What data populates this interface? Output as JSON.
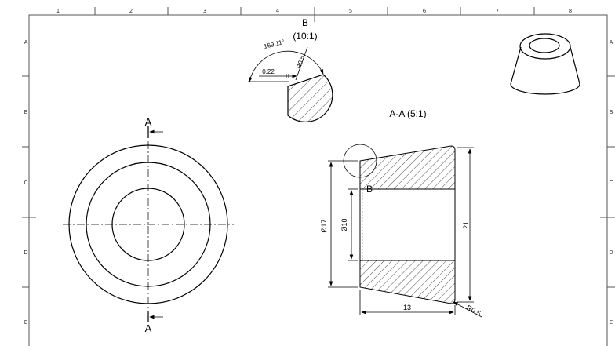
{
  "sheet": {
    "columns": [
      "1",
      "2",
      "3",
      "4",
      "5",
      "6",
      "7",
      "8"
    ],
    "rows": [
      "A",
      "B",
      "C",
      "D",
      "E"
    ]
  },
  "views": {
    "front": {
      "section_marker_top": "A",
      "section_marker_bottom": "A"
    },
    "section": {
      "title": "A-A (5:1)",
      "detail_ref": "B",
      "dim_outer_diameter": "Ø17",
      "dim_inner_diameter": "Ø10",
      "dim_height": "21",
      "dim_length": "13",
      "dim_radius": "R0.5"
    },
    "detail": {
      "title": "B",
      "scale": "(10:1)",
      "dim_angle": "169.11°",
      "dim_radius": "R0.5",
      "dim_offset": "0.22"
    },
    "isometric": {
      "label": ""
    }
  },
  "colors": {
    "line": "#000000",
    "frame": "#555555",
    "background": "#ffffff"
  }
}
